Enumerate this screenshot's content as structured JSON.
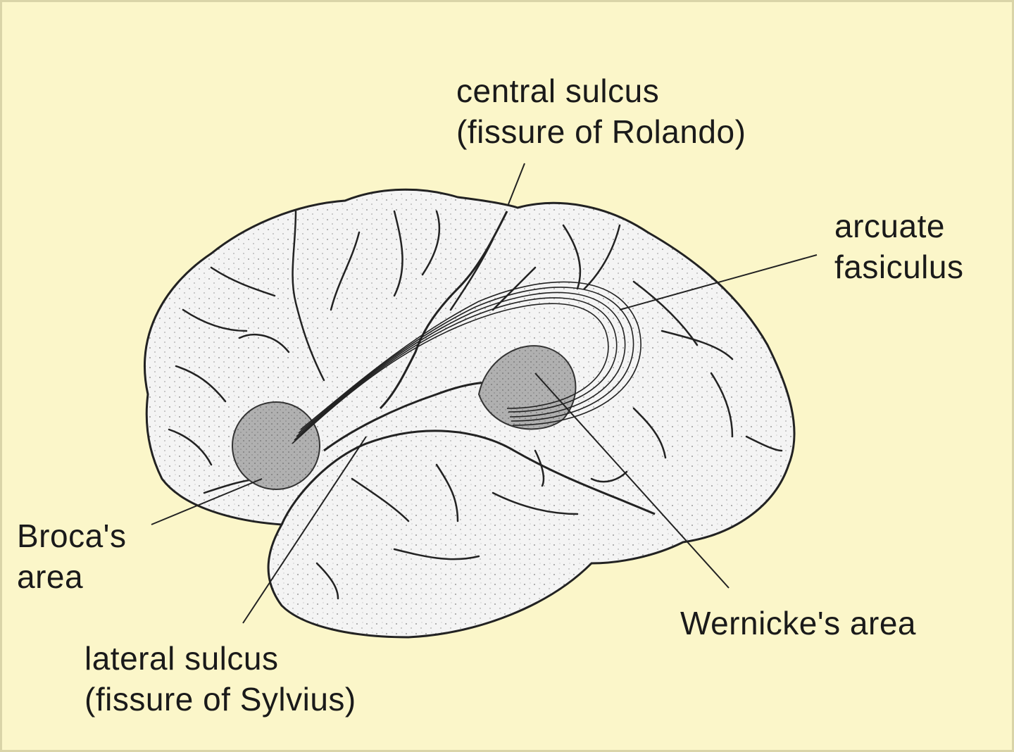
{
  "labels": {
    "central_sulcus": {
      "line1": "central sulcus",
      "line2": "(fissure of Rolando)"
    },
    "arcuate": {
      "line1": "arcuate",
      "line2": "fasiculus"
    },
    "broca": {
      "line1": "Broca's",
      "line2": "area"
    },
    "wernicke": {
      "line1": "Wernicke's area"
    },
    "lateral_sulcus": {
      "line1": "lateral sulcus",
      "line2": "(fissure of Sylvius)"
    }
  },
  "colors": {
    "background": "#fbf6c9",
    "brain_fill": "#f3f3f3",
    "outline": "#222222",
    "area_fill": "#a9a9a9"
  }
}
